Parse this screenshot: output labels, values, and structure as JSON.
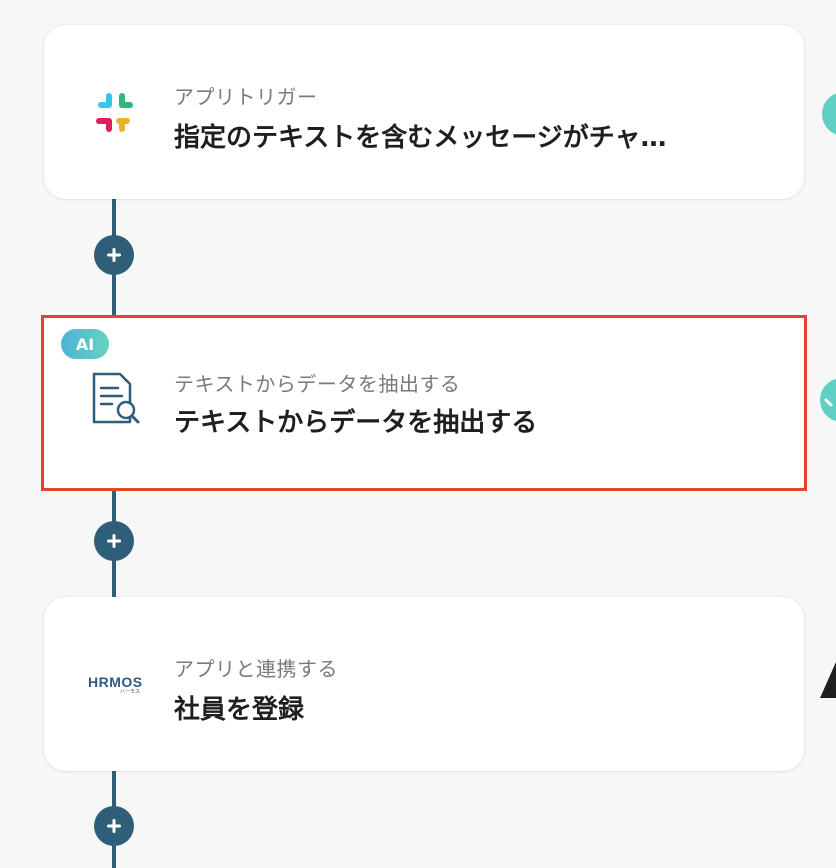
{
  "steps": [
    {
      "subtitle": "アプリトリガー",
      "title": "指定のテキストを含むメッセージがチャ…",
      "icon": "slack-logo-icon"
    },
    {
      "badge": "AI",
      "subtitle": "テキストからデータを抽出する",
      "title": "テキストからデータを抽出する",
      "icon": "document-search-icon"
    },
    {
      "subtitle": "アプリと連携する",
      "title": "社員を登録",
      "icon": "hrmos-logo-icon",
      "logo_text": "HRMOS",
      "logo_subtext": "ハーモス"
    }
  ],
  "colors": {
    "connector": "#2f5f78",
    "selected_border": "#e5432b",
    "ai_badge_start": "#4fb3d9",
    "ai_badge_end": "#66d3c1",
    "status_teal": "#5fcfc4",
    "warning": "#1f1f1f"
  }
}
